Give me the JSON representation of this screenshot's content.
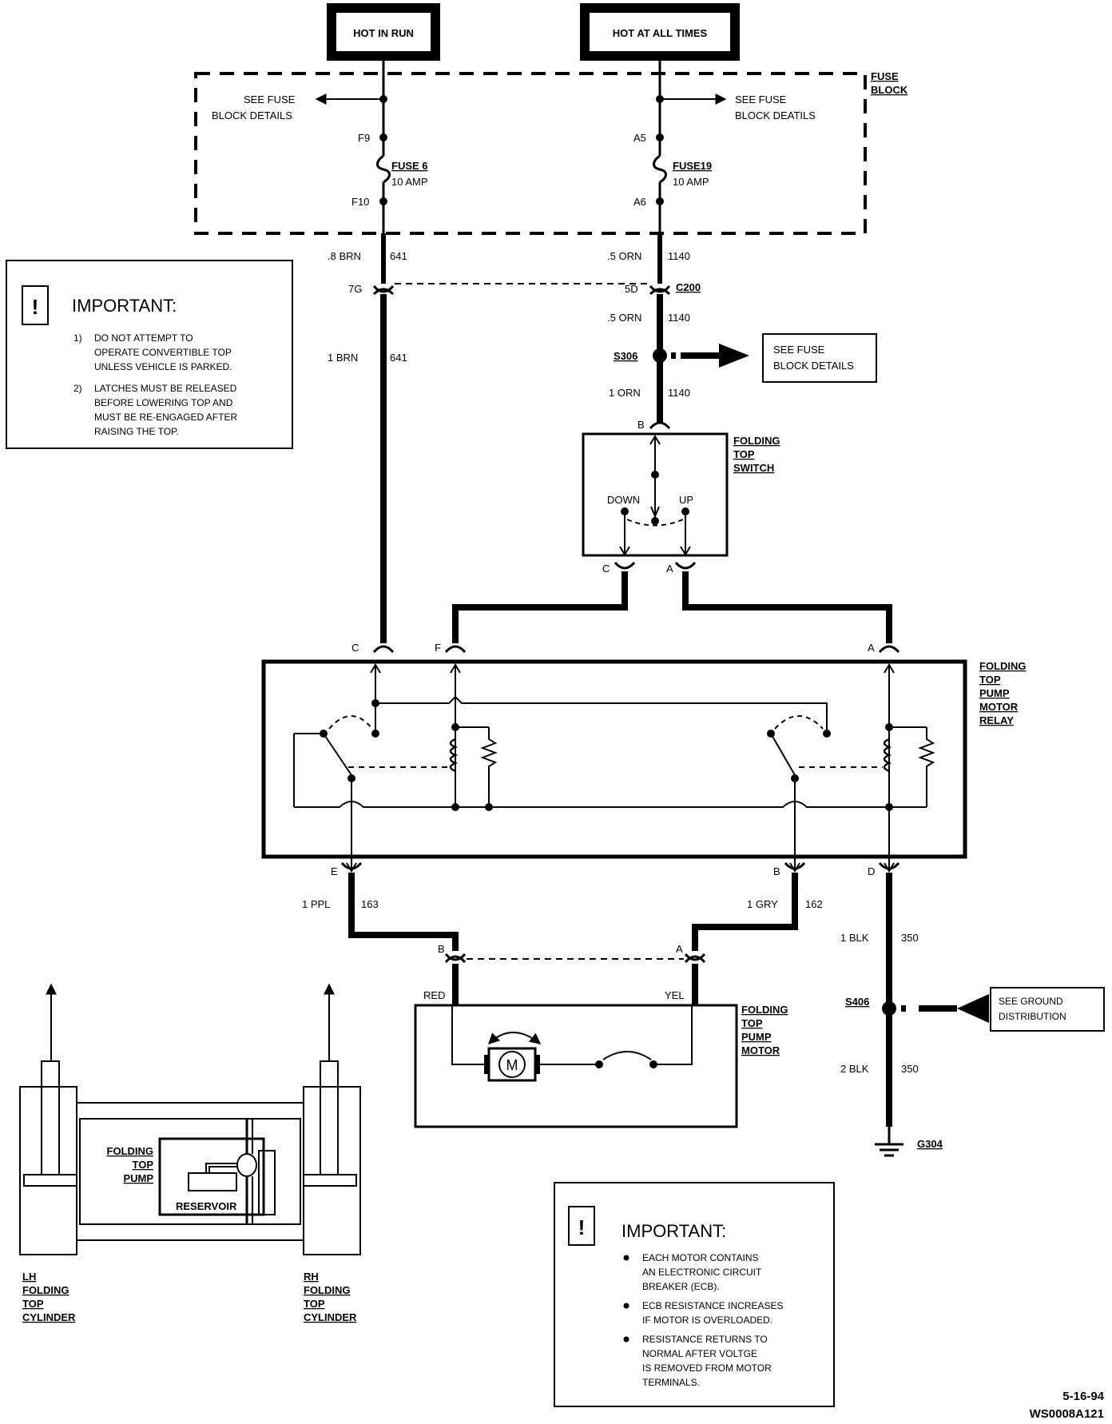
{
  "sources": {
    "hot_in_run": "HOT IN RUN",
    "hot_at_all_times": "HOT AT ALL TIMES"
  },
  "fuse_block": {
    "title": "FUSE BLOCK",
    "left_ref": "SEE FUSE BLOCK DETAILS",
    "right_ref": "SEE FUSE BLOCK DEATILS",
    "fuse6": {
      "name": "FUSE 6",
      "rating": "10 AMP",
      "in_pin": "F9",
      "out_pin": "F10"
    },
    "fuse19": {
      "name": "FUSE19",
      "rating": "10 AMP",
      "in_pin": "A5",
      "out_pin": "A6"
    }
  },
  "wires": {
    "w641a": {
      "gauge": ".8 BRN",
      "circuit": "641"
    },
    "w641b": {
      "gauge": "1 BRN",
      "circuit": "641"
    },
    "w1140a": {
      "gauge": ".5 ORN",
      "circuit": "1140"
    },
    "w1140b": {
      "gauge": ".5 ORN",
      "circuit": "1140"
    },
    "w1140c": {
      "gauge": "1 ORN",
      "circuit": "1140"
    },
    "w163": {
      "gauge": "1 PPL",
      "circuit": "163"
    },
    "w162": {
      "gauge": "1 GRY",
      "circuit": "162"
    },
    "w350a": {
      "gauge": "1 BLK",
      "circuit": "350"
    },
    "w350b": {
      "gauge": "2 BLK",
      "circuit": "350"
    }
  },
  "connectors": {
    "c200": {
      "name": "C200",
      "pin_left": "7G",
      "pin_right": "5D"
    },
    "switch_b": "B",
    "switch_c": "C",
    "switch_a": "A",
    "relay_c": "C",
    "relay_f": "F",
    "relay_a": "A",
    "relay_e": "E",
    "relay_b": "B",
    "relay_d": "D",
    "motor_b": "B",
    "motor_a": "A"
  },
  "splices": {
    "s306": {
      "name": "S306",
      "ref": "SEE FUSE BLOCK DETAILS"
    },
    "s406": {
      "name": "S406",
      "ref": "SEE GROUND DISTRIBUTION"
    },
    "ground": "G304"
  },
  "components": {
    "switch": "FOLDING TOP SWITCH",
    "switch_down": "DOWN",
    "switch_up": "UP",
    "relay": "FOLDING TOP PUMP MOTOR RELAY",
    "motor": "FOLDING TOP PUMP MOTOR",
    "motor_symbol": "M",
    "motor_red": "RED",
    "motor_yel": "YEL",
    "pump": "FOLDING TOP PUMP",
    "reservoir": "RESERVOIR",
    "lh_cylinder": "LH FOLDING TOP CYLINDER",
    "rh_cylinder": "RH FOLDING TOP CYLINDER"
  },
  "important1": {
    "title": "IMPORTANT:",
    "items": [
      "1) DO NOT ATTEMPT TO OPERATE CONVERTIBLE TOP UNLESS VEHICLE IS PARKED.",
      "2) LATCHES MUST BE RELEASED BEFORE LOWERING TOP AND MUST BE RE-ENGAGED AFTER RAISING THE TOP."
    ]
  },
  "important2": {
    "title": "IMPORTANT:",
    "items": [
      "EACH MOTOR CONTAINS AN ELECTRONIC CIRCUIT BREAKER (ECB).",
      "ECB RESISTANCE INCREASES IF MOTOR IS OVERLOADED.",
      "RESISTANCE RETURNS TO NORMAL AFTER VOLTGE IS REMOVED FROM MOTOR TERMINALS."
    ]
  },
  "footer": {
    "date": "5-16-94",
    "code": "WS0008A121"
  }
}
